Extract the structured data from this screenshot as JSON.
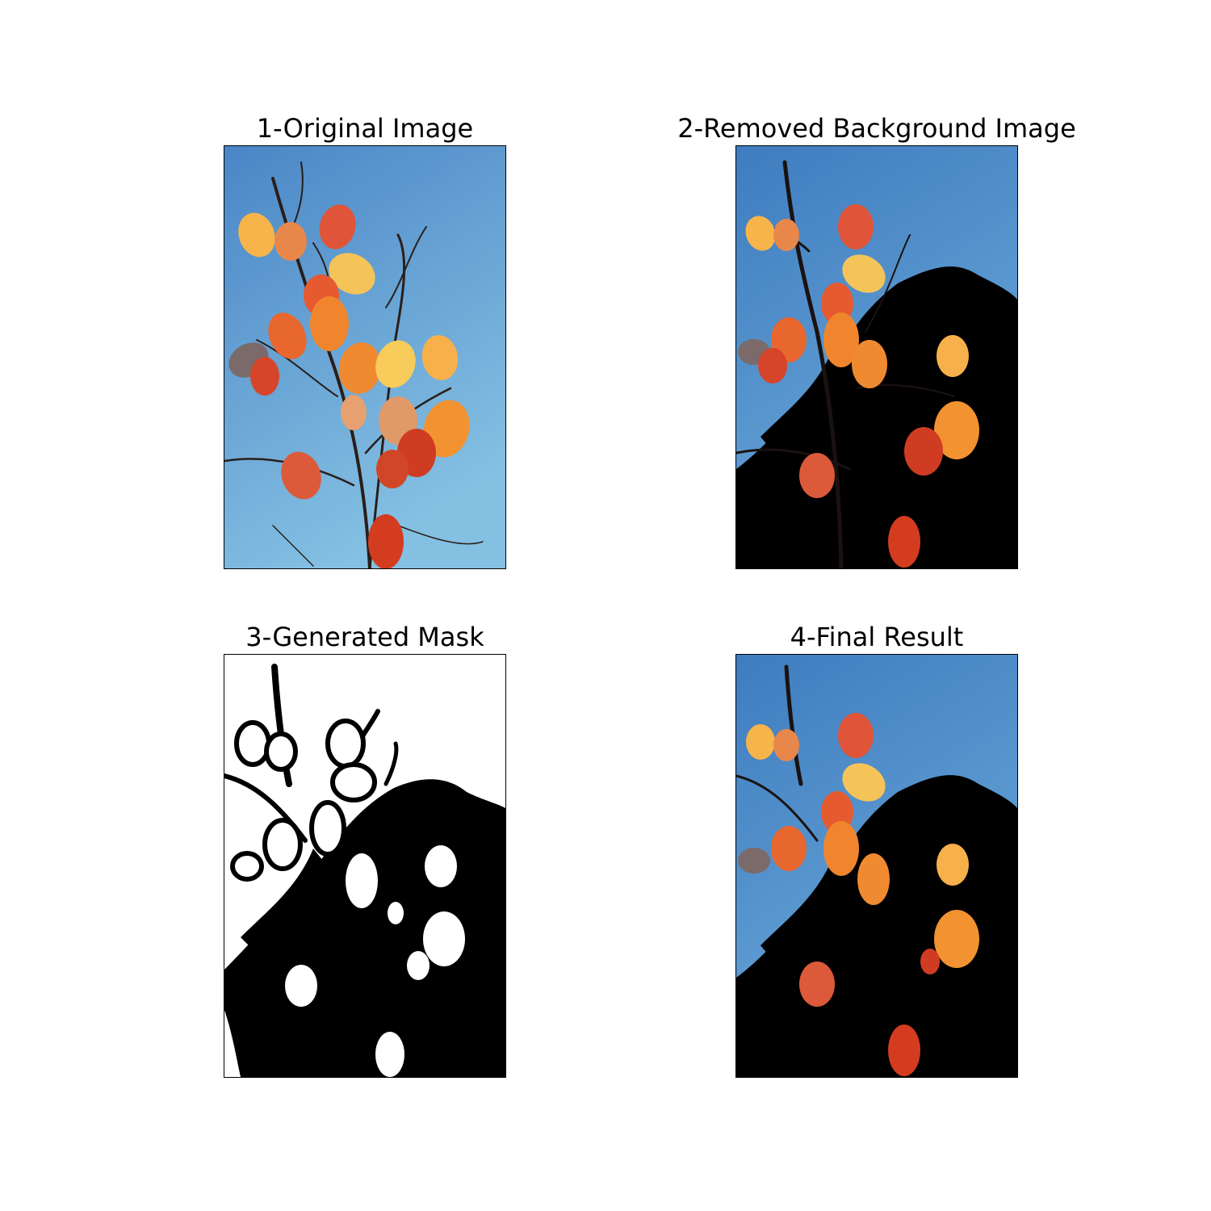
{
  "figure": {
    "panels": [
      {
        "title": "1-Original Image"
      },
      {
        "title": "2-Removed Background Image"
      },
      {
        "title": "3-Generated Mask"
      },
      {
        "title": "4-Final Result"
      }
    ]
  },
  "colors": {
    "sky_top": "#4a86c6",
    "sky_bottom": "#82bde0",
    "leaf_orange": "#f0902c",
    "leaf_yellow": "#f7c24c",
    "leaf_red": "#d64a2a",
    "branch": "#2a1e1a",
    "mask_white": "#ffffff",
    "mask_black": "#000000"
  }
}
